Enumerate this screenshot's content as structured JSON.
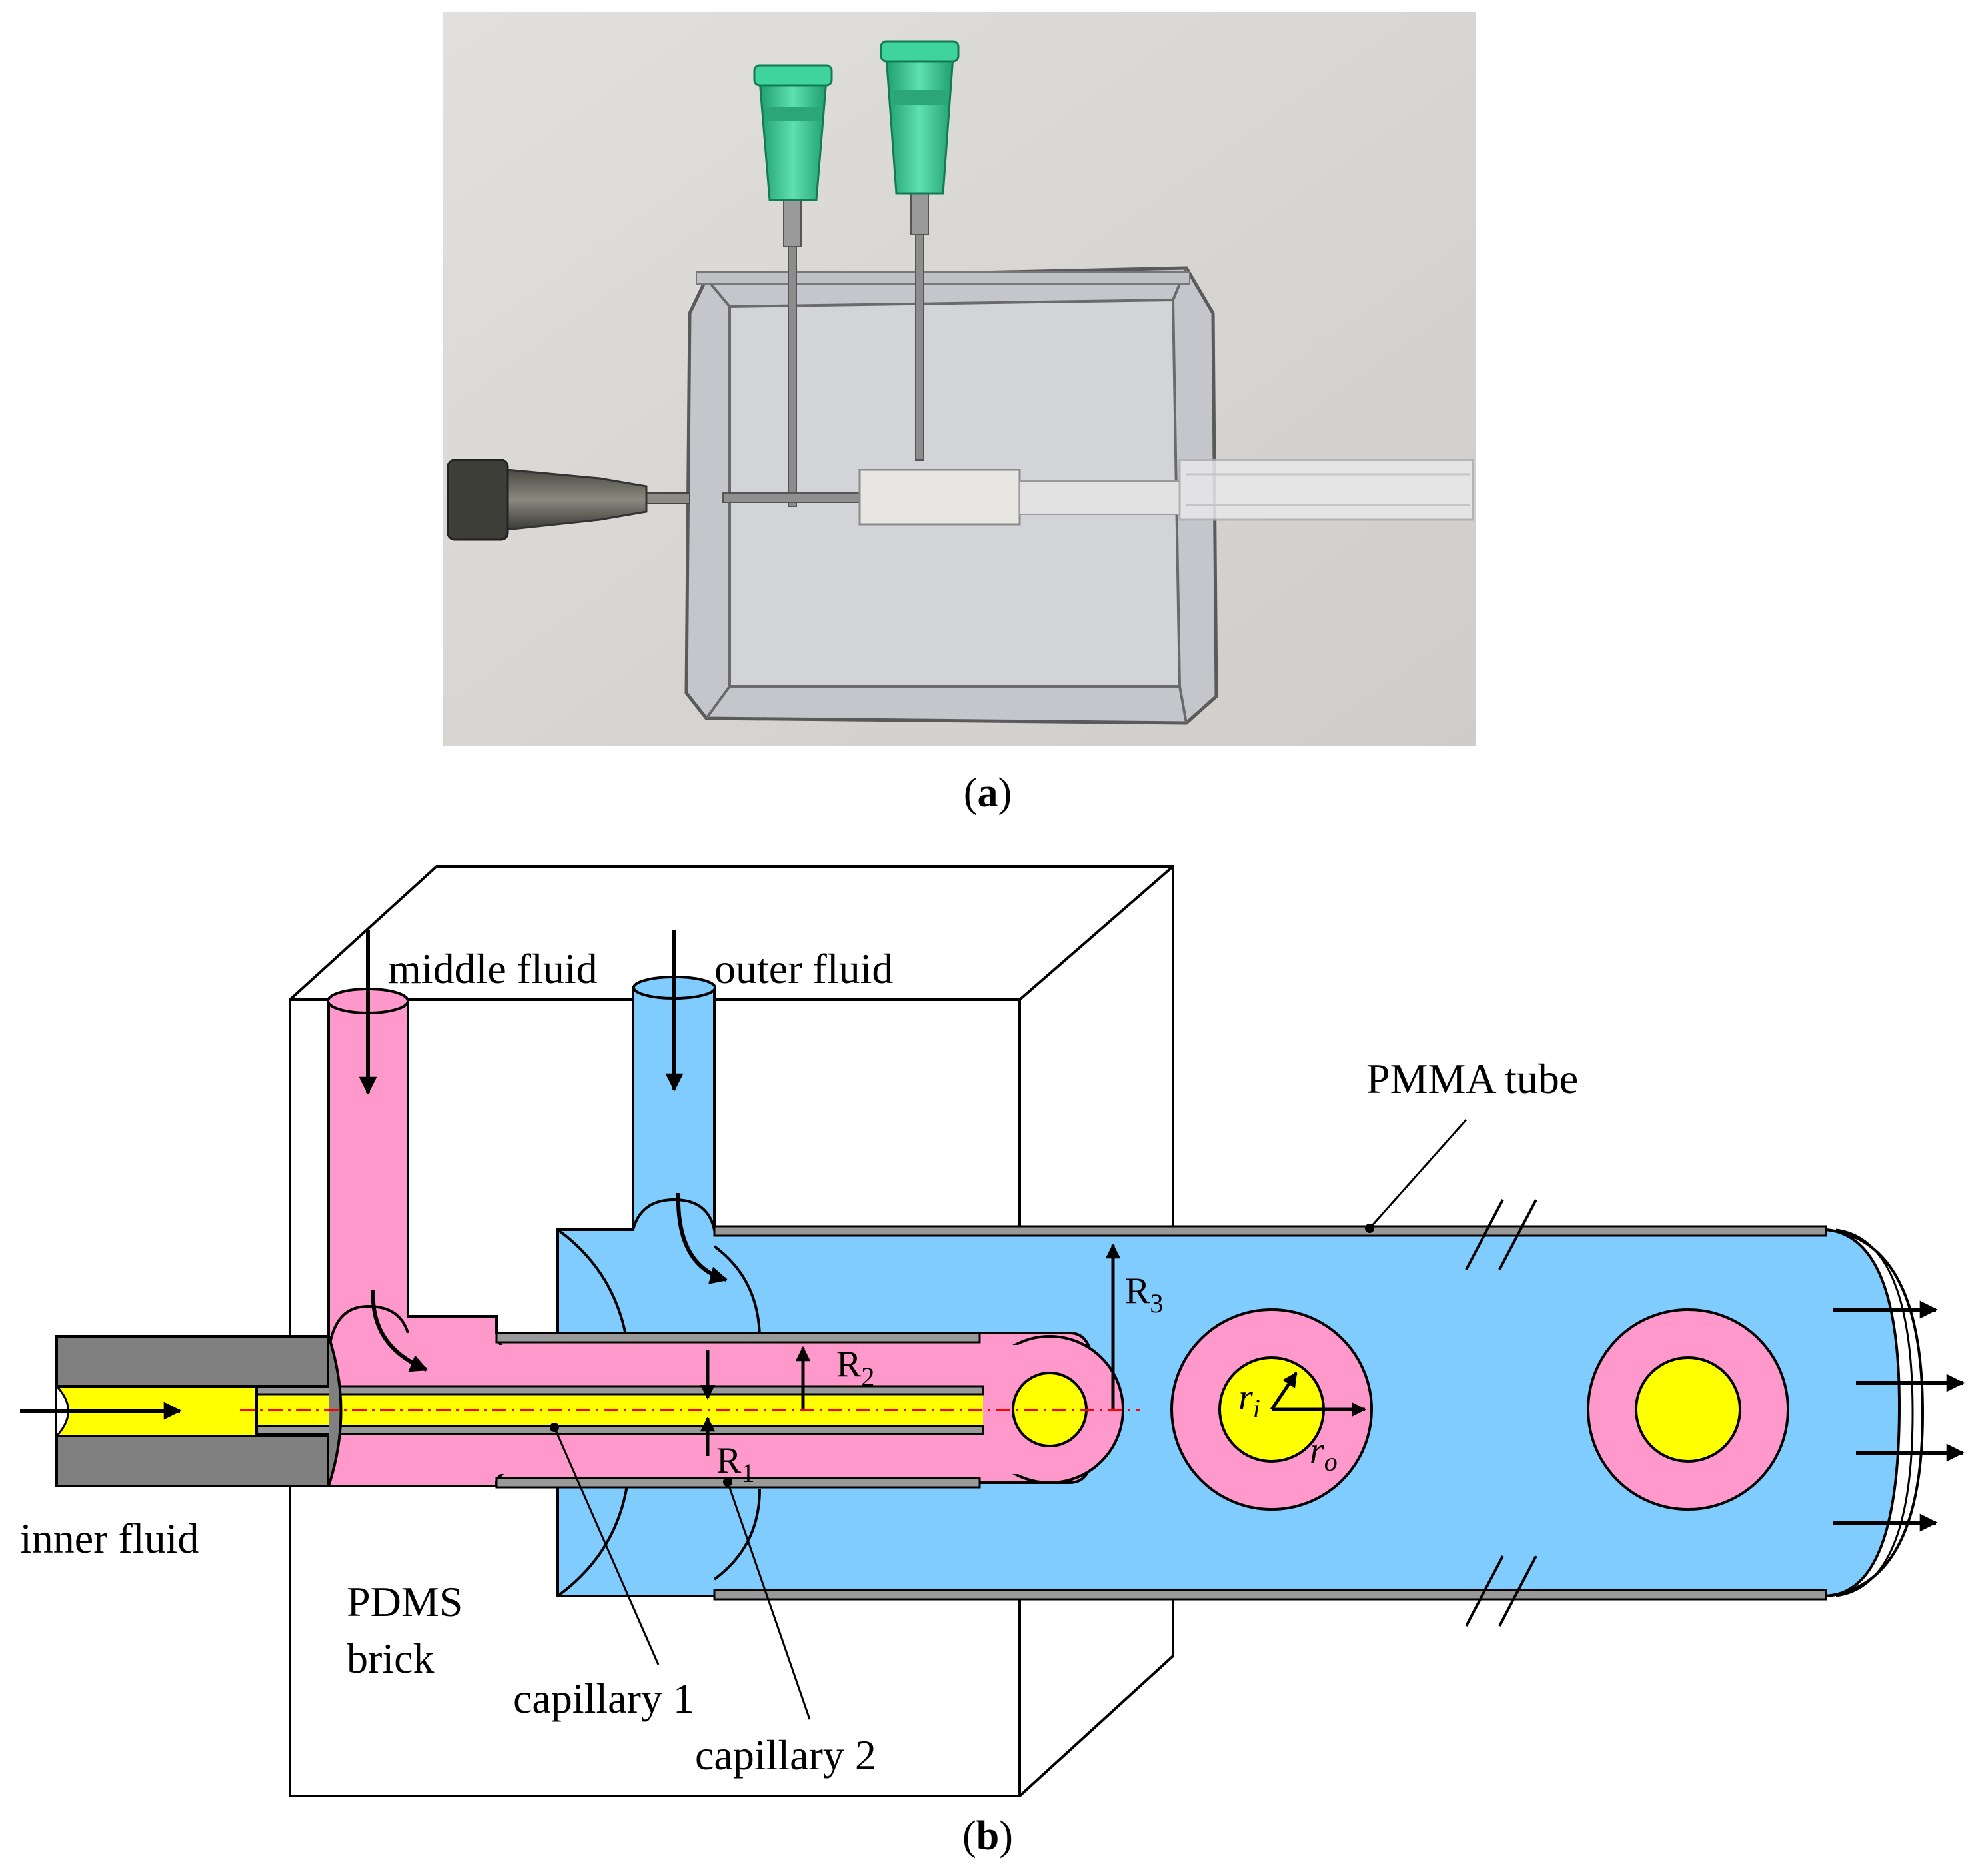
{
  "panel_a": {
    "caption_open": "(",
    "caption_letter": "a",
    "caption_close": ")"
  },
  "panel_b": {
    "caption_open": "(",
    "caption_letter": "b",
    "caption_close": ")",
    "labels": {
      "middle_fluid": "middle fluid",
      "outer_fluid": "outer fluid",
      "inner_fluid": "inner fluid",
      "pmma_tube": "PMMA tube",
      "pdms_line1": "PDMS",
      "pdms_line2": "brick",
      "capillary_1": "capillary 1",
      "capillary_2": "capillary 2"
    },
    "symbols": {
      "R1": {
        "main": "R",
        "sub": "1"
      },
      "R2": {
        "main": "R",
        "sub": "2"
      },
      "R3": {
        "main": "R",
        "sub": "3"
      },
      "ri": {
        "main": "r",
        "sub": "i"
      },
      "ro": {
        "main": "r",
        "sub": "o"
      }
    }
  },
  "colors": {
    "inner_fluid": "#ffff00",
    "middle_fluid": "#ff99cc",
    "outer_fluid": "#80ccff",
    "capillary_wall": "#999999",
    "needle_hub": "#808080",
    "centerline": "#ff0000",
    "needle_green": "#2fbf8c",
    "photo_background": "#dcdad6"
  }
}
